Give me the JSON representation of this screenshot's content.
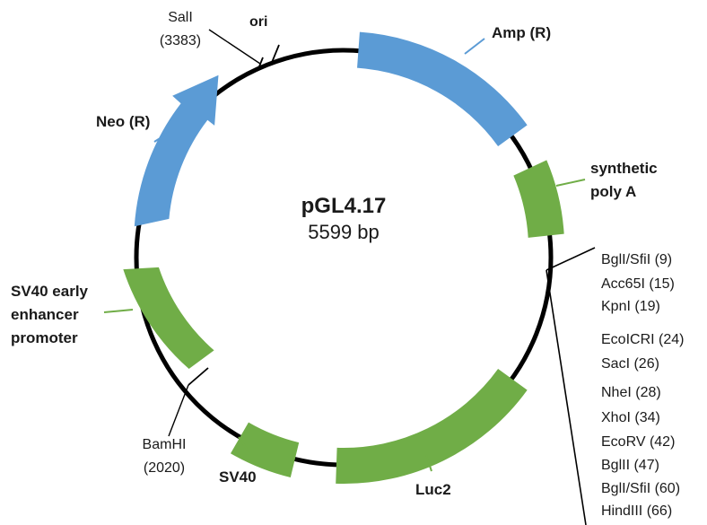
{
  "plasmid": {
    "name": "pGL4.17",
    "size": "5599 bp"
  },
  "colors": {
    "resistance": "#5b9bd5",
    "feature": "#70ad47",
    "backbone": "#000000"
  },
  "features": [
    {
      "id": "amp",
      "label": "Amp (R)",
      "type": "resistance"
    },
    {
      "id": "polya",
      "label_lines": [
        "synthetic",
        "poly A"
      ],
      "type": "feature"
    },
    {
      "id": "luc2",
      "label": "Luc2",
      "type": "feature"
    },
    {
      "id": "sv40",
      "label": "SV40",
      "type": "feature"
    },
    {
      "id": "promoter",
      "label_lines": [
        "SV40 early",
        "enhancer",
        "promoter"
      ],
      "type": "feature"
    },
    {
      "id": "neo",
      "label": "Neo (R)",
      "type": "resistance"
    }
  ],
  "sites": {
    "sal": [
      "SalI",
      "(3383)"
    ],
    "ori": "ori",
    "bam": [
      "BamHI",
      "(2020)"
    ],
    "mcs": [
      "BglI/SfiI (9)",
      "Acc65I (15)",
      "KpnI (19)",
      "EcoICRI (24)",
      "SacI (26)",
      "NheI (28)",
      "XhoI (34)",
      "EcoRV (42)",
      "BglII (47)",
      "BglI/SfiI (60)",
      "HindIII (66)"
    ]
  }
}
